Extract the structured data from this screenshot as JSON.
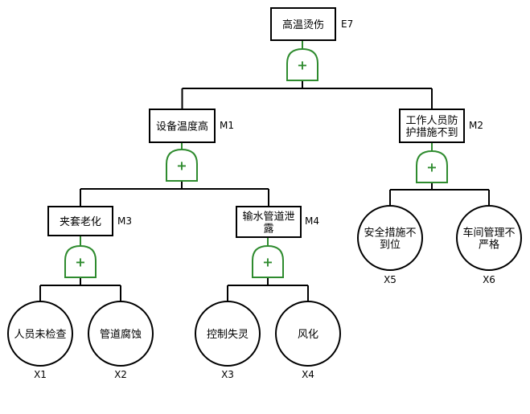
{
  "diagram": {
    "type": "fault-tree",
    "gate_color": "#2e8b2e",
    "events": [
      {
        "id": "E7",
        "lines": [
          "高温烫伤"
        ],
        "kind": "top"
      },
      {
        "id": "M1",
        "lines": [
          "设备温度高"
        ],
        "kind": "intermediate"
      },
      {
        "id": "M2",
        "lines": [
          "工作人员防",
          "护措施不到"
        ],
        "kind": "intermediate"
      },
      {
        "id": "M3",
        "lines": [
          "夹套老化"
        ],
        "kind": "intermediate"
      },
      {
        "id": "M4",
        "lines": [
          "输水管道泄",
          "露"
        ],
        "kind": "intermediate"
      },
      {
        "id": "X1",
        "lines": [
          "人员未检查"
        ],
        "kind": "basic"
      },
      {
        "id": "X2",
        "lines": [
          "管道腐蚀"
        ],
        "kind": "basic"
      },
      {
        "id": "X3",
        "lines": [
          "控制失灵"
        ],
        "kind": "basic"
      },
      {
        "id": "X4",
        "lines": [
          "风化"
        ],
        "kind": "basic"
      },
      {
        "id": "X5",
        "lines": [
          "安全措施不",
          "到位"
        ],
        "kind": "basic"
      },
      {
        "id": "X6",
        "lines": [
          "车间管理不",
          "严格"
        ],
        "kind": "basic"
      }
    ],
    "gates": [
      {
        "parent": "E7",
        "type": "OR",
        "symbol": "+",
        "children": [
          "M1",
          "M2"
        ]
      },
      {
        "parent": "M1",
        "type": "OR",
        "symbol": "+",
        "children": [
          "M3",
          "M4"
        ]
      },
      {
        "parent": "M2",
        "type": "OR",
        "symbol": "+",
        "children": [
          "X5",
          "X6"
        ]
      },
      {
        "parent": "M3",
        "type": "OR",
        "symbol": "+",
        "children": [
          "X1",
          "X2"
        ]
      },
      {
        "parent": "M4",
        "type": "OR",
        "symbol": "+",
        "children": [
          "X3",
          "X4"
        ]
      }
    ]
  }
}
